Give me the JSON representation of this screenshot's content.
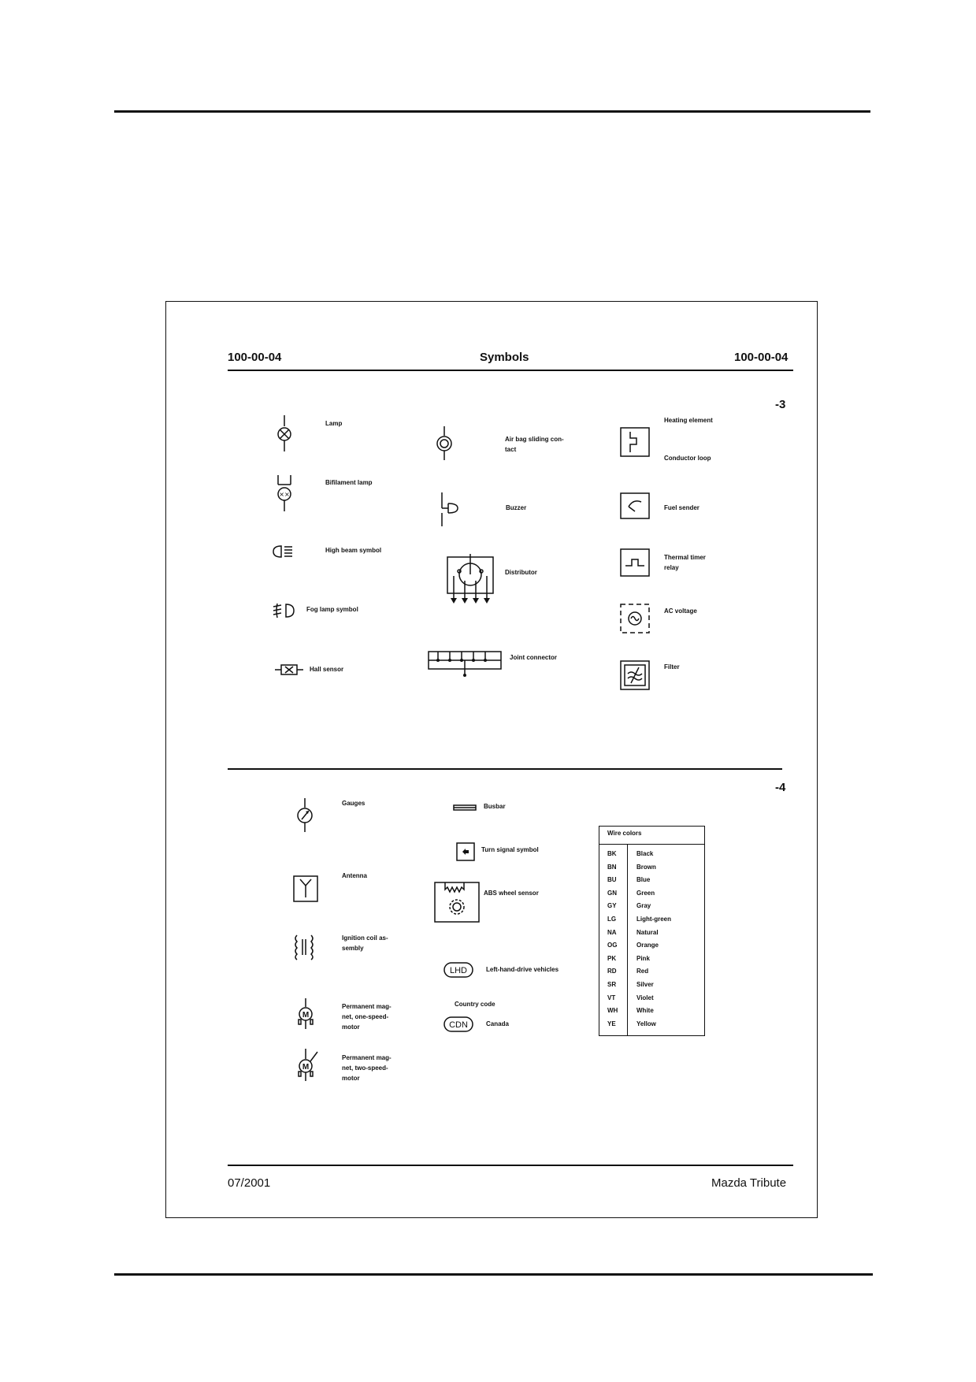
{
  "header": {
    "left_code": "100-00-04",
    "title": "Symbols",
    "right_code": "100-00-04"
  },
  "sections": [
    {
      "number": "-3"
    },
    {
      "number": "-4"
    }
  ],
  "labels": {
    "lamp": "Lamp",
    "bifilament_lamp": "Bifilament lamp",
    "high_beam": "High beam symbol",
    "fog_lamp": "Fog lamp symbol",
    "hall_sensor": "Hall sensor",
    "air_bag": "Air bag sliding con-\ntact",
    "buzzer": "Buzzer",
    "distributor": "Distributor",
    "joint_connector": "Joint connector",
    "heating_element": "Heating element",
    "conductor_loop": "Conductor loop",
    "fuel_sender": "Fuel sender",
    "thermal_timer": "Thermal timer\nrelay",
    "ac_voltage": "AC voltage",
    "filter": "Filter",
    "gauges": "Gauges",
    "antenna": "Antenna",
    "ignition_coil": "Ignition coil as-\nsembly",
    "motor_one_speed": "Permanent mag-\nnet, one-speed-\nmotor",
    "motor_two_speed": "Permanent mag-\nnet, two-speed-\nmotor",
    "busbar": "Busbar",
    "turn_signal": "Turn signal symbol",
    "abs_sensor": "ABS wheel sensor",
    "lhd": "Left-hand-drive vehicles",
    "country_code": "Country code",
    "canada": "Canada"
  },
  "badges": {
    "lhd": "LHD",
    "cdn": "CDN",
    "motor": "M"
  },
  "wire_colors": {
    "title": "Wire colors",
    "rows": [
      {
        "code": "BK",
        "name": "Black"
      },
      {
        "code": "BN",
        "name": "Brown"
      },
      {
        "code": "BU",
        "name": "Blue"
      },
      {
        "code": "GN",
        "name": "Green"
      },
      {
        "code": "GY",
        "name": "Gray"
      },
      {
        "code": "LG",
        "name": "Light-green"
      },
      {
        "code": "NA",
        "name": "Natural"
      },
      {
        "code": "OG",
        "name": "Orange"
      },
      {
        "code": "PK",
        "name": "Pink"
      },
      {
        "code": "RD",
        "name": "Red"
      },
      {
        "code": "SR",
        "name": "Silver"
      },
      {
        "code": "VT",
        "name": "Violet"
      },
      {
        "code": "WH",
        "name": "White"
      },
      {
        "code": "YE",
        "name": "Yellow"
      }
    ]
  },
  "footer": {
    "date": "07/2001",
    "model": "Mazda Tribute"
  }
}
